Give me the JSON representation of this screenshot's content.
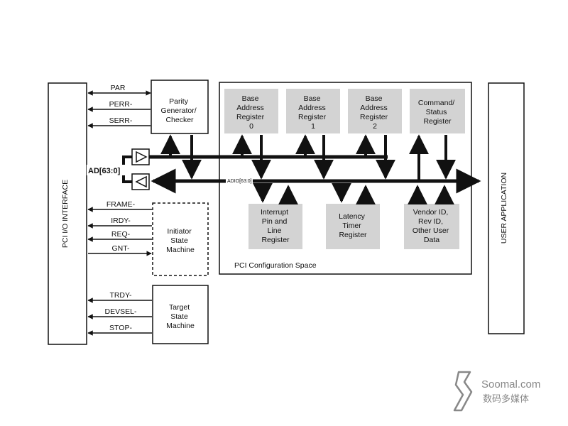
{
  "left_panel": {
    "label": "PCI I/O INTERFACE"
  },
  "right_panel": {
    "label": "USER APPLICATION"
  },
  "signals": {
    "par": "PAR",
    "perr": "PERR-",
    "serr": "SERR-",
    "ad_bus": "AD[63:0]",
    "adio_bus": "ADIO[63:0]",
    "frame": "FRAME-",
    "irdy": "IRDY-",
    "req": "REQ-",
    "gnt": "GNT-",
    "trdy": "TRDY-",
    "devsel": "DEVSEL-",
    "stop": "STOP-"
  },
  "blocks": {
    "parity": [
      "Parity",
      "Generator/",
      "Checker"
    ],
    "initiator": [
      "Initiator",
      "State",
      "Machine"
    ],
    "target": [
      "Target",
      "State",
      "Machine"
    ]
  },
  "config_space": {
    "label": "PCI Configuration Space",
    "registers": {
      "bar0": [
        "Base",
        "Address",
        "Register",
        "0"
      ],
      "bar1": [
        "Base",
        "Address",
        "Register",
        "1"
      ],
      "bar2": [
        "Base",
        "Address",
        "Register",
        "2"
      ],
      "cmd": [
        "Command/",
        "Status",
        "Register"
      ],
      "interrupt": [
        "Interrupt",
        "Pin and",
        "Line",
        "Register"
      ],
      "latency": [
        "Latency",
        "Timer",
        "Register"
      ],
      "vendor": [
        "Vendor ID,",
        "Rev ID,",
        "Other User",
        "Data"
      ]
    }
  },
  "watermark": {
    "brand": "Soomal.com",
    "tagline": "数码多媒体"
  },
  "colors": {
    "register_fill": "#d3d3d3",
    "line": "#111111",
    "brand": "#888888"
  }
}
